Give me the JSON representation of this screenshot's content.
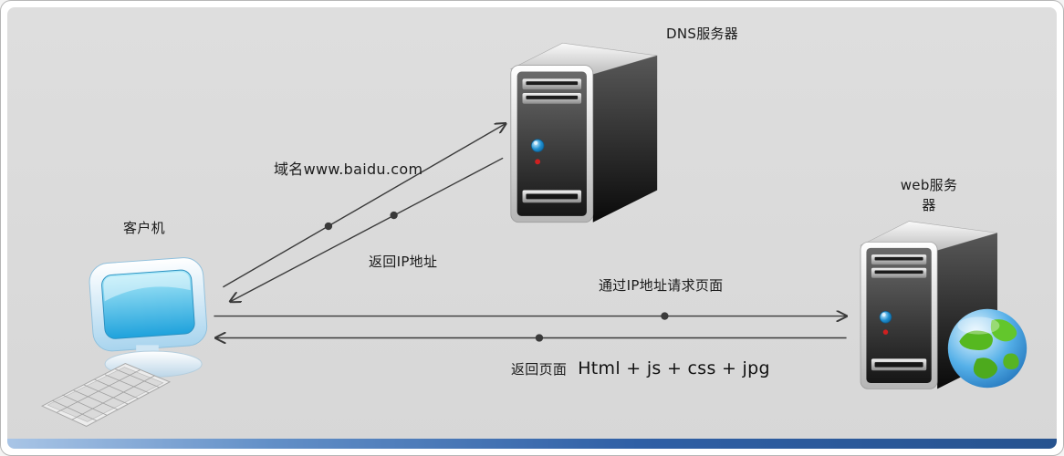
{
  "nodes": {
    "client": {
      "label": "客户机"
    },
    "dns": {
      "label": "DNS服务器"
    },
    "web": {
      "label_line1": "web服务",
      "label_line2": "器"
    }
  },
  "edges": {
    "query": {
      "label": "域名www.baidu.com"
    },
    "return_ip": {
      "label": "返回IP地址"
    },
    "request": {
      "label": "通过IP地址请求页面"
    },
    "response": {
      "label": "返回页面",
      "detail": "Html + js + css + jpg"
    }
  },
  "colors": {
    "background": "#d9d9d9",
    "frame": "#ffffff",
    "arrow": "#3a3a3a",
    "bottom_bar_light": "#a9c5e6",
    "bottom_bar_dark": "#27538f",
    "screen_blue": "#25aee4",
    "power_button_blue": "#1f8fd0",
    "led_red": "#cf2020",
    "globe_green": "#56b820",
    "globe_blue": "#2a8fd8"
  }
}
